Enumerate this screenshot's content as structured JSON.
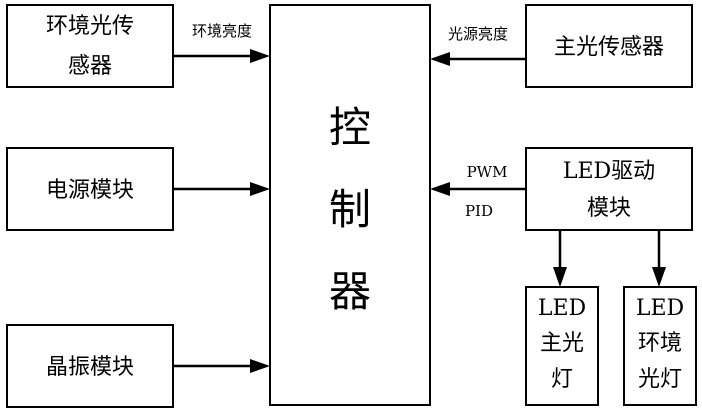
{
  "nodes": {
    "ambient_sensor": {
      "lines": [
        "环境光传",
        "感器"
      ]
    },
    "main_sensor": {
      "lines": [
        "主光传感器"
      ]
    },
    "power_module": {
      "lines": [
        "电源模块"
      ]
    },
    "crystal_module": {
      "lines": [
        "晶振模块"
      ]
    },
    "controller": {
      "lines": [
        "控",
        "制",
        "器"
      ]
    },
    "led_driver": {
      "lines": [
        "LED驱动",
        "模块"
      ]
    },
    "led_main_light": {
      "lines": [
        "LED",
        "主光",
        "灯"
      ]
    },
    "led_ambient_light": {
      "lines": [
        "LED",
        "环境",
        "光灯"
      ]
    }
  },
  "edges": {
    "ambient_brightness": {
      "label": "环境亮度"
    },
    "source_brightness": {
      "label": "光源亮度"
    },
    "pwm_pid": {
      "lines": [
        "PWM",
        "PID"
      ]
    }
  }
}
